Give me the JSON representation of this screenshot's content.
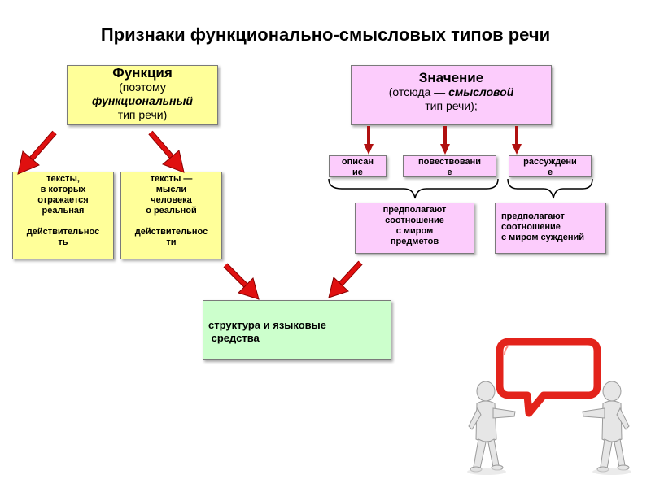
{
  "title": "Признаки функционально-смысловых типов речи",
  "function_box": {
    "heading": "Функция",
    "line1": "(поэтому",
    "line2": "функциональный",
    "line3": "тип речи)"
  },
  "meaning_box": {
    "heading": "Значение",
    "line1_prefix": "(отсюда — ",
    "line1_emph": "смысловой",
    "line2": "тип речи);"
  },
  "texts_box_1": [
    "тексты,",
    "в которых",
    "отражается",
    "реальная",
    "",
    "действительнос",
    "ть"
  ],
  "texts_box_2": [
    "тексты —",
    "мысли",
    "человека",
    "о реальной",
    "",
    "действительнос",
    "ти"
  ],
  "types": [
    {
      "lines": [
        "описан",
        "ие"
      ]
    },
    {
      "lines": [
        "повествовани",
        "е"
      ]
    },
    {
      "lines": [
        "рассуждени",
        "е"
      ]
    }
  ],
  "relation_box_1": [
    "предполагают",
    "соотношение",
    "с миром",
    "предметов"
  ],
  "relation_box_2": [
    "предполагают",
    "соотношение",
    "с миром суждений"
  ],
  "structure_box": {
    "line1": "структура и языковые",
    "line2": " средства"
  },
  "colors": {
    "arrow_red": "#e01010",
    "yellow": "#ffff99",
    "pink": "#fcccfc",
    "green": "#ccffcc",
    "bubble_red": "#e3231b"
  },
  "illustration": {
    "icon": "two-people-talking-speech-bubble-icon"
  }
}
